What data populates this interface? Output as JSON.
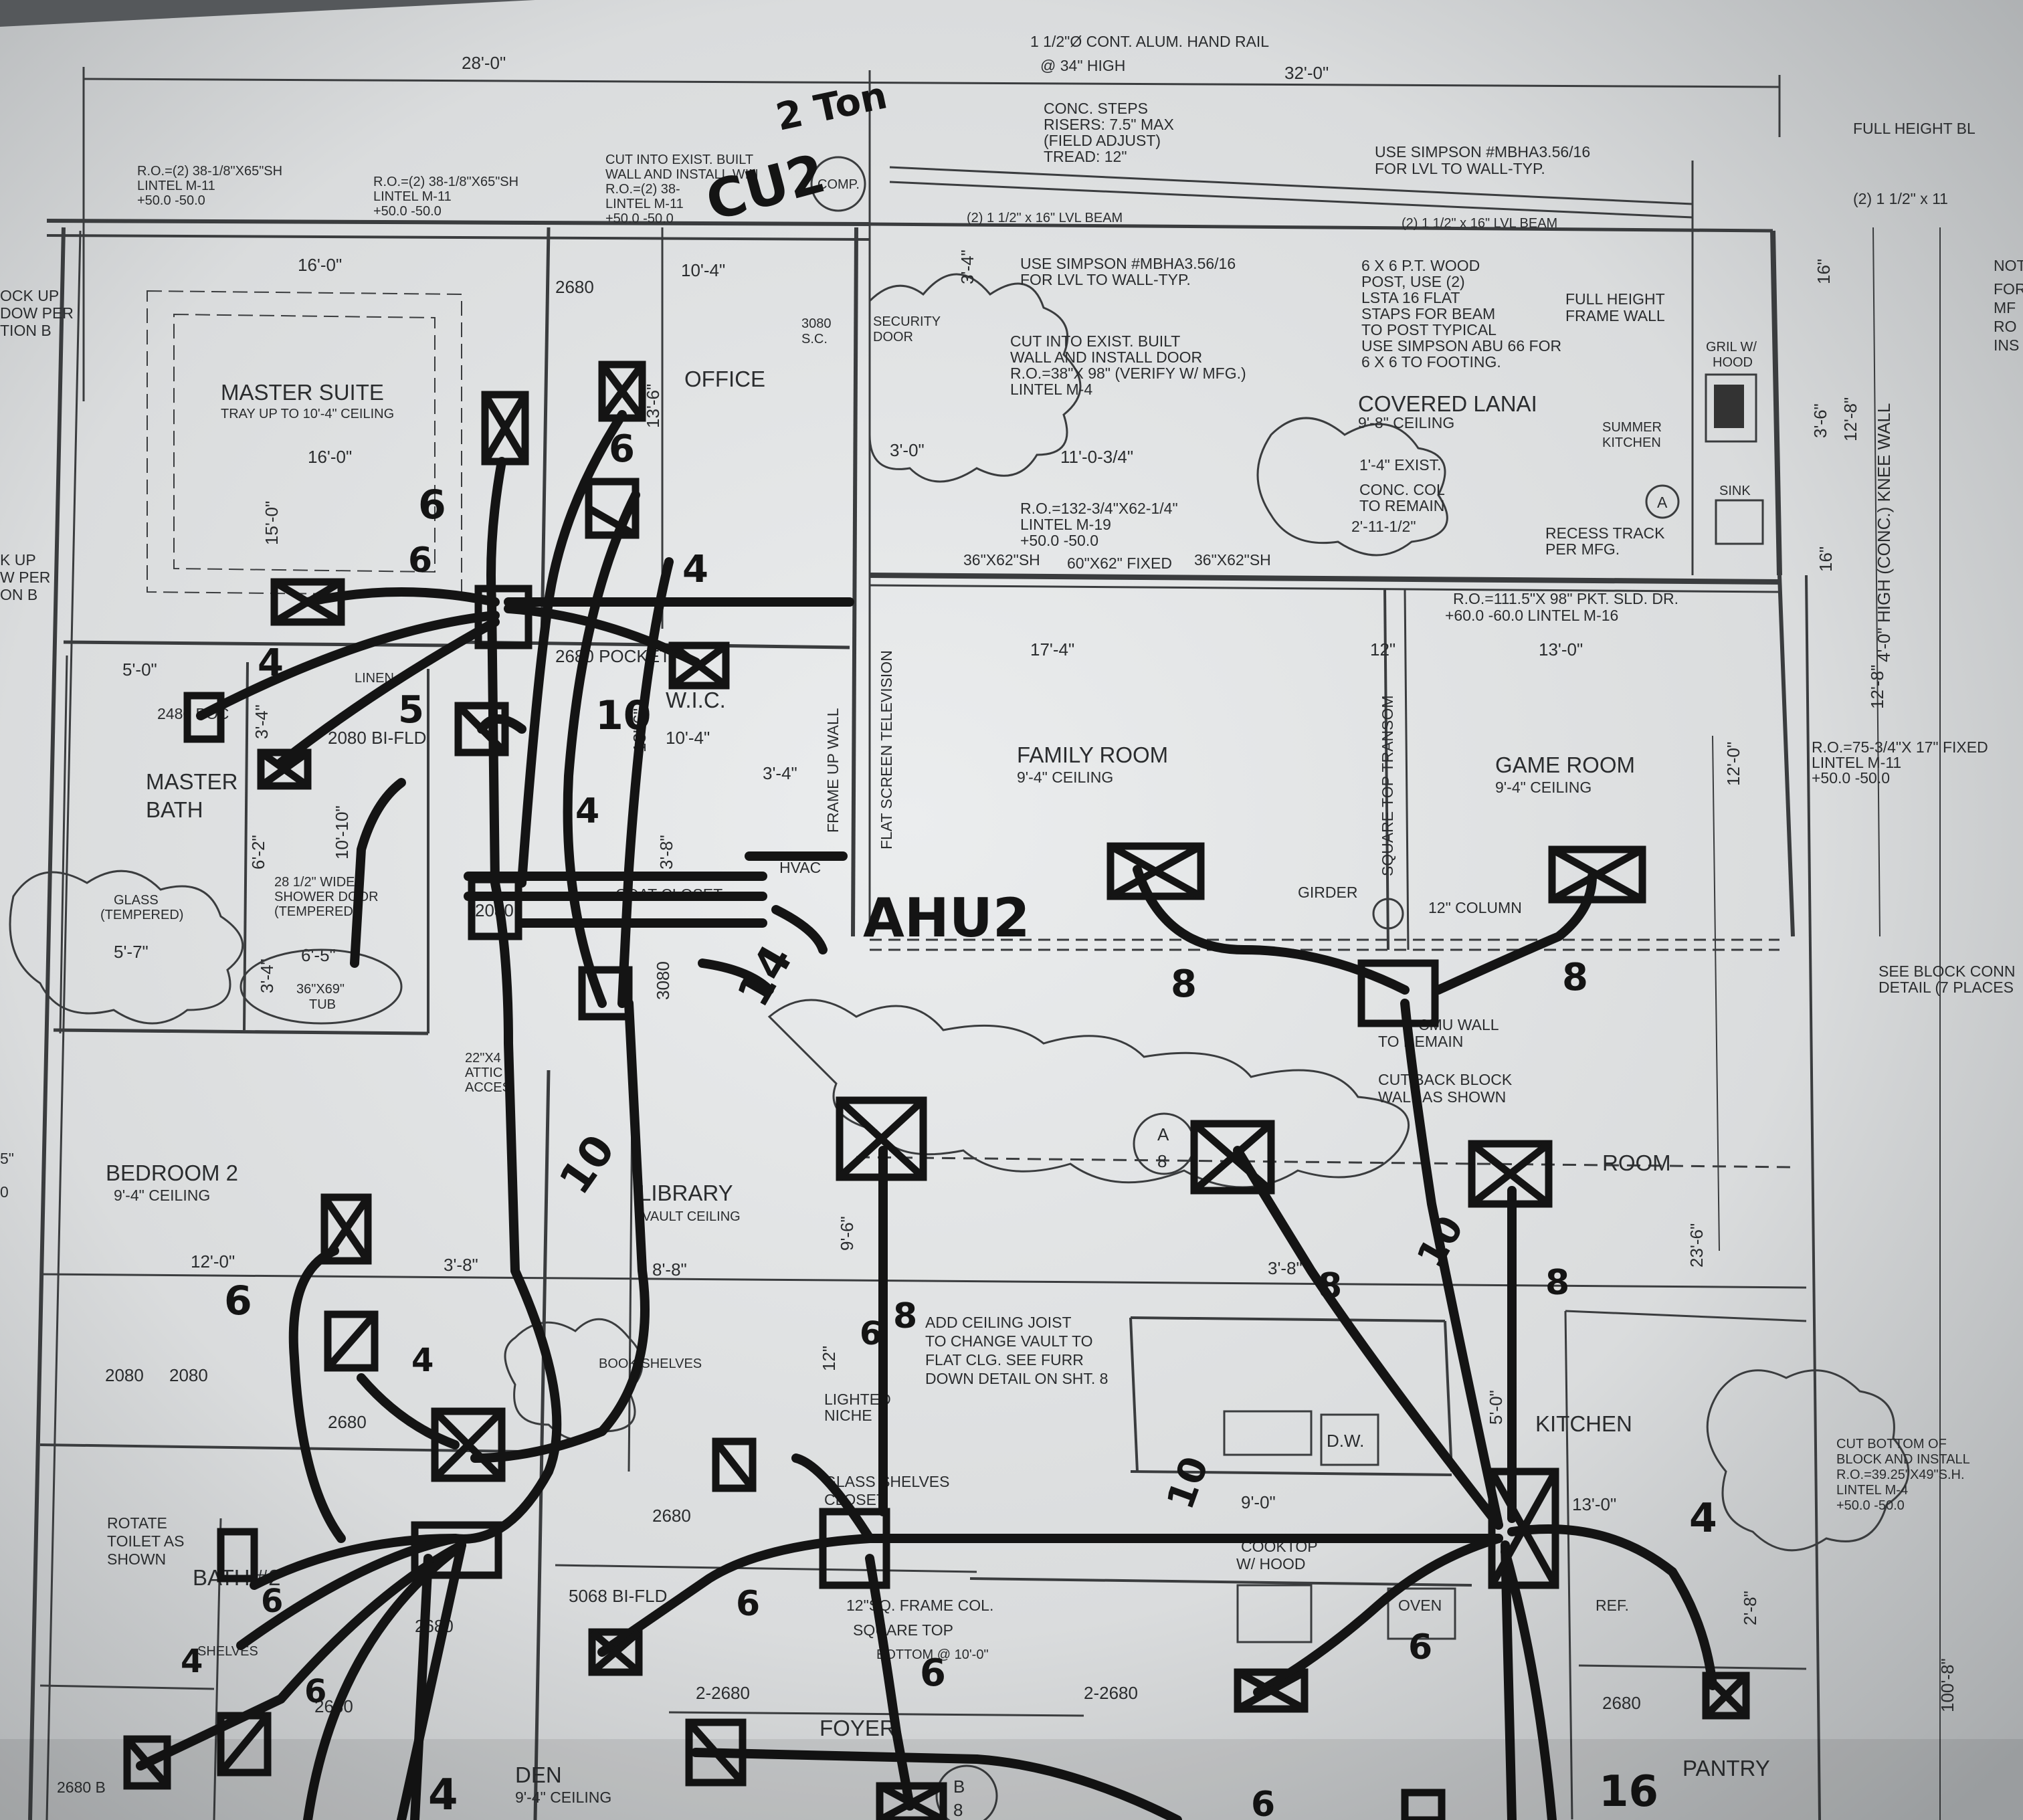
{
  "overall_dims": {
    "left_width": "28'-0\"",
    "right_width": "32'-0\"",
    "overall_depth": "100'-8\""
  },
  "top_notes": {
    "handrail": "1 1/2\"Ø CONT. ALUM. HAND RAIL",
    "handrail_2": "@ 34\" HIGH",
    "steps_1": "CONC. STEPS",
    "steps_2": "RISERS: 7.5\" MAX",
    "steps_3": "(FIELD ADJUST)",
    "steps_4": "TREAD: 12\"",
    "full_height": "FULL HEIGHT BL",
    "lvl_beam_top": "(2) 1 1/2\" x 11",
    "ro_left_1": "R.O.=(2) 38-1/8\"X65\"SH",
    "ro_left_2": "LINTEL M-11",
    "ro_left_3": "+50.0 -50.0",
    "ro_mid_1": "R.O.=(2) 38-1/8\"X65\"SH",
    "ro_mid_2": "LINTEL M-11",
    "ro_mid_3": "+50.0 -50.0",
    "cut_exist_1": "CUT INTO EXIST. BUILT",
    "cut_exist_2": "WALL AND INSTALL WIN",
    "cut_exist_3": "R.O.=(2) 38-",
    "cut_exist_4": "LINTEL M-11",
    "cut_exist_5": "+50.0 -50.0",
    "comp": "COMP.",
    "simpson_top_1": "USE SIMPSON #MBHA3.56/16",
    "simpson_top_2": "FOR LVL TO WALL-TYP.",
    "lvl_beam_1": "(2) 1 1/2\" x 16\" LVL BEAM",
    "lvl_beam_2": "(2) 1 1/2\" x 16\" LVL BEAM",
    "side_left_1": "OCK UP",
    "side_left_2": "DOW PER",
    "side_left_3": "TION B",
    "side_left_4": "K UP",
    "side_left_5": "W PER",
    "side_left_6": "ON B",
    "notes_right_1": "NOT",
    "notes_right_2": "FOR",
    "notes_right_3": "MF",
    "notes_right_4": "RO",
    "notes_right_5": "INS"
  },
  "rooms": {
    "master_suite": "MASTER SUITE",
    "master_suite_ceiling": "TRAY UP TO 10'-4\" CEILING",
    "office": "OFFICE",
    "covered_lanai": "COVERED LANAI",
    "lanai_ceiling": "9'-8\" CEILING",
    "family_room": "FAMILY ROOM",
    "family_ceiling": "9'-4\" CEILING",
    "game_room": "GAME ROOM",
    "game_ceiling": "9'-4\" CEILING",
    "master_bath_1": "MASTER",
    "master_bath_2": "BATH",
    "wic": "W.I.C.",
    "bedroom2": "BEDROOM 2",
    "bedroom2_ceiling": "9'-4\" CEILING",
    "library": "LIBRARY",
    "library_ceiling": "VAULT CEILING",
    "kitchen": "KITCHEN",
    "room_right": "ROOM",
    "foyer": "FOYER",
    "den": "DEN",
    "den_ceiling": "9'-4\" CEILING",
    "pantry": "PANTRY",
    "bath2": "BATH #2",
    "summer_kitchen_1": "SUMMER",
    "summer_kitchen_2": "KITCHEN",
    "sink": "SINK",
    "gril_hood_1": "GRIL W/",
    "gril_hood_2": "HOOD"
  },
  "dims": {
    "d16_0_top": "16'-0\"",
    "d10_4": "10'-4\"",
    "d16_0": "16'-0\"",
    "d15_0": "15'-0\"",
    "d13_6": "13'-6\"",
    "d3_0": "3'-0\"",
    "d11_0": "11'-0-3/4\"",
    "d3_4": "3'-4\"",
    "d17_4": "17'-4\"",
    "d13_0": "13'-0\"",
    "d12_0": "12'-0\"",
    "d12_8": "12'-8\"",
    "d12_8b": "12'-8\"",
    "d3_6": "3'-6\"",
    "d16": "16\"",
    "d16b": "16\"",
    "d12in": "12\"",
    "d5_0": "5'-0\"",
    "d3_4b": "3'-4\"",
    "d13_6b": "13'-6\"",
    "d10_4b": "10'-4\"",
    "d3_4c": "3'-4\"",
    "d3_8": "3'-8\"",
    "d10_10": "10'-10\"",
    "d6_2": "6'-2\"",
    "d5_7": "5'-7\"",
    "d6_5": "6'-5\"",
    "d3_4d": "3'-4\"",
    "d12_0b": "12'-0\"",
    "d3_8b": "3'-8\"",
    "d8_8": "8'-8\"",
    "d9_6": "9'-6\"",
    "d23_6": "23'-6\"",
    "d3_8c": "3'-8\"",
    "d5_0b": "5'-0\"",
    "d9_0": "9'-0\"",
    "d13_0b": "13'-0\"",
    "d12b": "12\"",
    "d2_8": "2'-8\"",
    "d1_4": "1'-4\" EXIST.",
    "d2_11": "2'-11-1/2\"",
    "knee_wall": "4'-0\" HIGH (CONC.) KNEE WALL",
    "square_transom": "SQUARE TOP TRANSOM"
  },
  "doors": {
    "d2680": "2680",
    "d3080_sc_1": "3080",
    "d3080_sc_2": "S.C.",
    "security_1": "SECURITY",
    "security_2": "DOOR",
    "pocket": "2680 POCKET",
    "linen": "LINEN",
    "bifld": "2080 BI-FLD",
    "d2080": "2080",
    "d2480": "2480 POC",
    "d2080_a": "2080",
    "d2080_b": "2080",
    "d2680_b": "2680",
    "d2680_c": "2680",
    "d2680_d": "2680",
    "d2680_e": "2680",
    "d2680_f": "2680",
    "d2680_g": "2680 B",
    "d5068": "5068 BI-FLD",
    "d2_2680": "2-2680",
    "d2_2680b": "2-2680",
    "d3080": "3080",
    "d2080_pdr": "2080"
  },
  "notes": {
    "cut_into_1": "CUT INTO EXIST. BUILT",
    "cut_into_2": "WALL AND INSTALL DOOR",
    "cut_into_3": "R.O.=38\"X 98\" (VERIFY W/ MFG.)",
    "cut_into_4": "LINTEL M-4",
    "post_1": "6 X 6 P.T. WOOD",
    "post_2": "POST, USE (2)",
    "post_3": "LSTA 16 FLAT",
    "post_4": "STAPS FOR BEAM",
    "post_5": "TO POST TYPICAL",
    "post_6": "USE SIMPSON ABU 66 FOR",
    "post_7": "6 X 6 TO FOOTING.",
    "simpson_2": "USE SIMPSON #MBHA3.56/16",
    "simpson_3": "FOR LVL TO WALL-TYP.",
    "full_frame_1": "FULL HEIGHT",
    "full_frame_2": "FRAME WALL",
    "conc_col_1": "CONC. COL",
    "conc_col_2": "TO REMAIN",
    "recess_1": "RECESS TRACK",
    "recess_2": "PER MFG.",
    "ro_slider_1": "R.O.=132-3/4\"X62-1/4\"",
    "ro_slider_2": "LINTEL M-19",
    "ro_slider_3": "+50.0 -50.0",
    "windows_1": "36\"X62\"SH",
    "windows_2": "60\"X62\" FIXED",
    "windows_3": "36\"X62\"SH",
    "ro_pkt_1": "R.O.=111.5\"X 98\" PKT. SLD. DR.",
    "ro_pkt_2": "+60.0 -60.0   LINTEL M-16",
    "ro_fixed_1": "R.O.=75-3/4\"X 17\" FIXED",
    "ro_fixed_2": "LINTEL M-11",
    "ro_fixed_3": "+50.0 -50.0",
    "flat_tv": "FLAT SCREEN TELEVISION",
    "frame_wall": "FRAME UP WALL",
    "coat_closet": "COAT CLOSET",
    "hvac": "HVAC",
    "girder": "GIRDER",
    "column": "12\" COLUMN",
    "cmu_1": "CMU WALL",
    "cmu_2": "TO REMAIN",
    "cut_back_1": "CUT BACK BLOCK",
    "cut_back_2": "WALL AS SHOWN",
    "see_block_1": "SEE BLOCK CONN",
    "see_block_2": "DETAIL (7 PLACES",
    "attic_1": "22\"X4",
    "attic_2": "ATTIC",
    "attic_3": "ACCES",
    "glass": "GLASS",
    "tempered": "(TEMPERED)",
    "shower_1": "28 1/2\" WIDE",
    "shower_2": "SHOWER DOOR",
    "shower_3": "(TEMPERED)",
    "tub_1": "36\"X69\"",
    "tub_2": "TUB",
    "shelves": "SHELVES",
    "book_shelves": "BOOK SHELVES",
    "lighted_1": "LIGHTED",
    "lighted_2": "NICHE",
    "glass_shelves_1": "GLASS SHELVES",
    "glass_shelves_2": "CLOSET",
    "add_joist_1": "ADD CEILING JOIST",
    "add_joist_2": "TO CHANGE VAULT TO",
    "add_joist_3": "FLAT CLG. SEE FURR",
    "add_joist_4": "DOWN DETAIL ON SHT. 8",
    "dw": "D.W.",
    "cooktop_1": "COOKTOP",
    "cooktop_2": "W/ HOOD",
    "oven": "OVEN",
    "ref": "REF.",
    "cut_bottom_1": "CUT BOTTOM OF",
    "cut_bottom_2": "BLOCK AND INSTALL",
    "cut_bottom_3": "R.O.=39.25\"X49\"S.H.",
    "cut_bottom_4": "LINTEL M-4",
    "cut_bottom_5": "+50.0 -50.0",
    "rotate_1": "ROTATE",
    "rotate_2": "TOILET AS",
    "rotate_3": "SHOWN",
    "sq_col_1": "12\"SQ. FRAME COL.",
    "sq_col_2": "SQUARE TOP",
    "sq_col_3": "BOTTOM @ 10'-0\"",
    "detail_a": "A",
    "detail_8": "8",
    "detail_a2": "A",
    "detail_b": "B",
    "detail_b8": "8",
    "side_r_1": "5\"",
    "side_r_2": "0"
  },
  "handwritten": {
    "ton": "2 Ton",
    "cu2": "CU2",
    "ahu2": "AHU2",
    "n6a": "6",
    "n6b": "6",
    "n6c": "6",
    "n4a": "4",
    "n4b": "4",
    "n5": "5",
    "n10a": "10",
    "n4c": "4",
    "n14": "14",
    "n8a": "8",
    "n8b": "8",
    "n10b": "10",
    "n6d": "6",
    "n6e": "6",
    "n4d": "4",
    "n8c": "8",
    "n8d": "8",
    "n10c": "10",
    "n8e": "8",
    "n10d": "10",
    "n4e": "4",
    "n6f": "6",
    "n6g": "6",
    "n6h": "6",
    "n6i": "6",
    "n16": "16",
    "n4f": "4",
    "n4g": "4",
    "n6j": "6",
    "n6k": "6"
  }
}
